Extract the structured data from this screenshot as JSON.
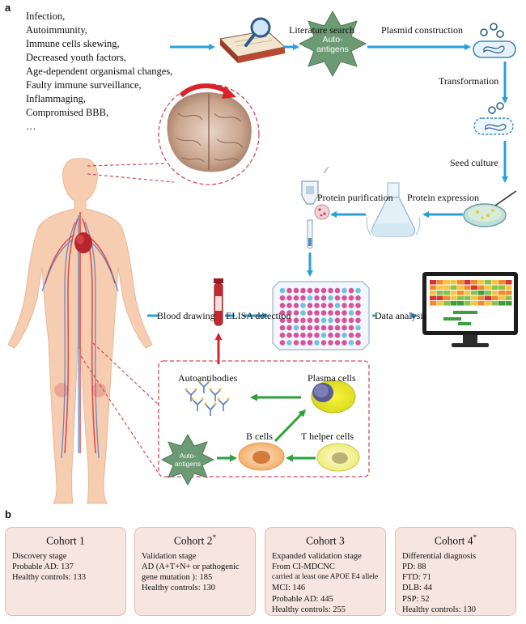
{
  "panel_a": {
    "label": "a"
  },
  "panel_b": {
    "label": "b"
  },
  "factors": [
    "Infection,",
    "Autoimmunity,",
    "Immune cells skewing,",
    "Decreased youth factors,",
    "Age-dependent organismal changes,",
    "Faulty immune surveillance,",
    "Inflammaging,",
    "Compromised BBB,",
    "…"
  ],
  "labels": {
    "literature_search": "Literature search",
    "auto_antigens": [
      "Auto-",
      "antigens"
    ],
    "plasmid_construction": "Plasmid construction",
    "transformation": "Transformation",
    "seed_culture": "Seed culture",
    "protein_purification": "Protein purification",
    "protein_expression": "Protein expression",
    "blood_drawing": "Blood drawing",
    "elisa_detection": "ELISA detection",
    "data_analysis": "Data analysis",
    "autoantibodies": "Autoantibodies",
    "plasma_cells": "Plasma cells",
    "b_cells": "B cells",
    "t_helper_cells": "T helper cells",
    "small_auto_antigens": [
      "Auto-",
      "antigens"
    ]
  },
  "cohorts": [
    {
      "title": "Cohort 1",
      "marker": "",
      "lines": [
        "Discovery stage",
        "Probable AD: 137",
        "Healthy controls: 133"
      ]
    },
    {
      "title": "Cohort 2",
      "marker": "*",
      "lines": [
        "Validation stage",
        "AD (A+T+N+ or pathogenic",
        "gene mutation   ): 185",
        "Healthy controls: 130"
      ]
    },
    {
      "title": "Cohort 3",
      "marker": "",
      "lines": [
        "Expanded validation stage",
        "From CI-MDCNC",
        "carried at least one APOE E4 allele",
        "MCI: 146",
        "Probable AD: 445",
        "Healthy controls: 255"
      ]
    },
    {
      "title": "Cohort 4",
      "marker": "*",
      "lines": [
        "Differential diagnosis",
        "PD: 88",
        "FTD: 71",
        "DLB: 44",
        "PSP: 52",
        "Healthy controls: 130"
      ]
    }
  ],
  "colors": {
    "arrow_blue": "#2a9fd8",
    "arrow_green": "#2e9e3e",
    "arrow_red": "#d8232a",
    "antigen_star": "#6b9a73",
    "cohort_bg": "#f7e6e0",
    "cohort_border": "#e8b8b0"
  }
}
